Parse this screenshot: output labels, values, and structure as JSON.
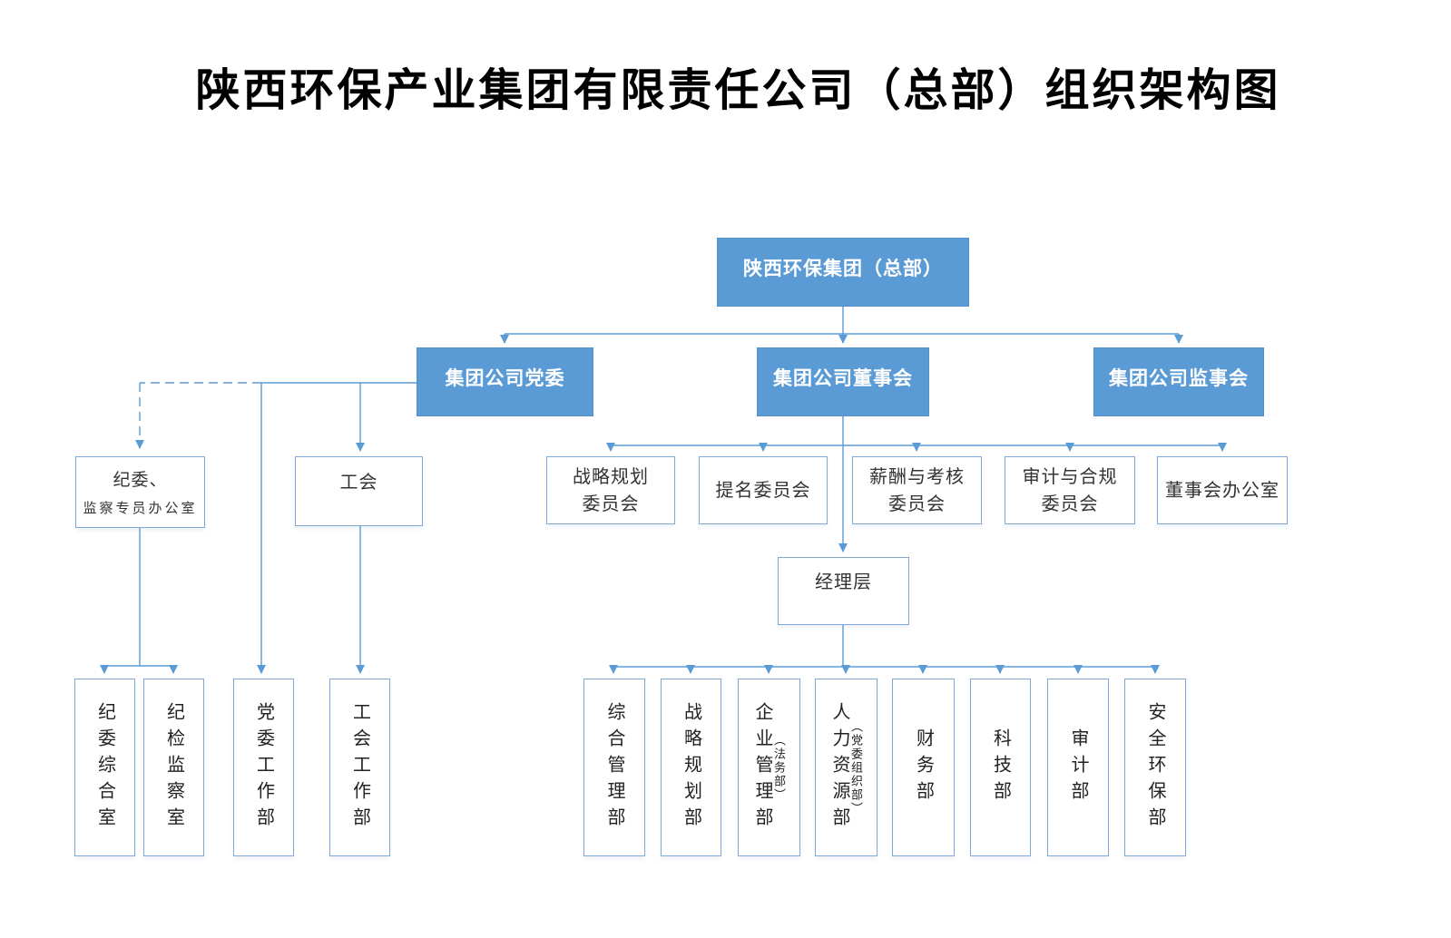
{
  "title": "陕西环保产业集团有限责任公司（总部）组织架构图",
  "colors": {
    "node_fill_blue": "#5B9BD5",
    "node_border_light": "#7FA8D9",
    "connector_line": "#5B9BD5",
    "node_text_white": "#ffffff",
    "node_text_dark": "#333333",
    "title_text": "#000000"
  },
  "org": {
    "root": "陕西环保集团（总部）",
    "level2": {
      "party": "集团公司党委",
      "board": "集团公司董事会",
      "supervisory": "集团公司监事会"
    },
    "party_branch": {
      "discipline_line1": "纪委、",
      "discipline_line2": "监察专员办公室",
      "union": "工会",
      "departments": [
        "纪委综合室",
        "纪检监察室",
        "党委工作部",
        "工会工作部"
      ]
    },
    "board_branch": {
      "committees": [
        {
          "line1": "战略规划",
          "line2": "委员会"
        },
        {
          "line1": "提名委员会",
          "line2": ""
        },
        {
          "line1": "薪酬与考核",
          "line2": "委员会"
        },
        {
          "line1": "审计与合规",
          "line2": "委员会"
        },
        {
          "line1": "董事会办公室",
          "line2": ""
        }
      ],
      "management": "经理层",
      "departments": [
        {
          "label": "综合管理部",
          "side": ""
        },
        {
          "label": "战略规划部",
          "side": ""
        },
        {
          "label": "企业管理部",
          "side": "（法务部）"
        },
        {
          "label": "人力资源部",
          "side": "（党委组织部）"
        },
        {
          "label": "财务部",
          "side": ""
        },
        {
          "label": "科技部",
          "side": ""
        },
        {
          "label": "审计部",
          "side": ""
        },
        {
          "label": "安全环保部",
          "side": ""
        }
      ]
    }
  }
}
